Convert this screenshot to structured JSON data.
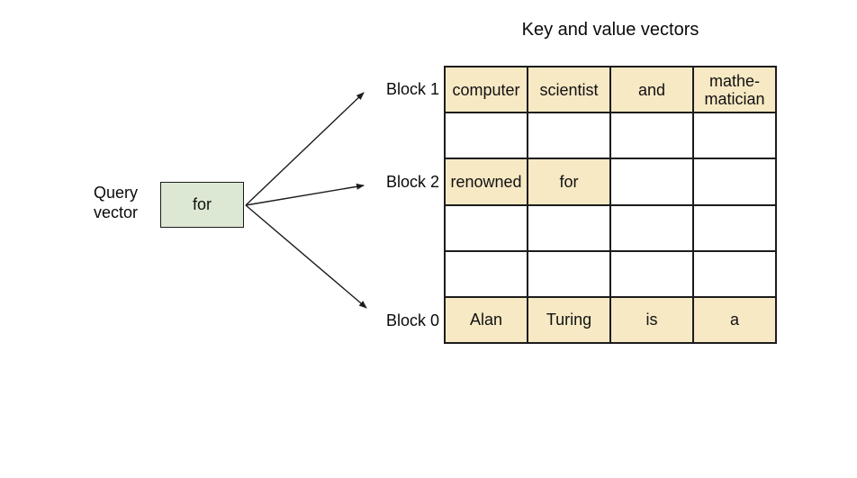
{
  "title": "Key and value vectors",
  "query_vector": {
    "label": "Query\nvector",
    "value": "for"
  },
  "block_labels": {
    "block1": "Block 1",
    "block2": "Block 2",
    "block0": "Block 0"
  },
  "table": {
    "rows": [
      {
        "cells": [
          "computer",
          "scientist",
          "and",
          "mathe-\nmatician"
        ]
      },
      {
        "cells": [
          "",
          "",
          "",
          ""
        ]
      },
      {
        "cells": [
          "renowned",
          "for",
          "",
          ""
        ]
      },
      {
        "cells": [
          "",
          "",
          "",
          ""
        ]
      },
      {
        "cells": [
          "",
          "",
          "",
          ""
        ]
      },
      {
        "cells": [
          "Alan",
          "Turing",
          "is",
          "a"
        ]
      }
    ]
  },
  "colors": {
    "highlight_fill": "#f7e9c4",
    "query_fill": "#dce8d4",
    "line": "#1c1c1c"
  }
}
